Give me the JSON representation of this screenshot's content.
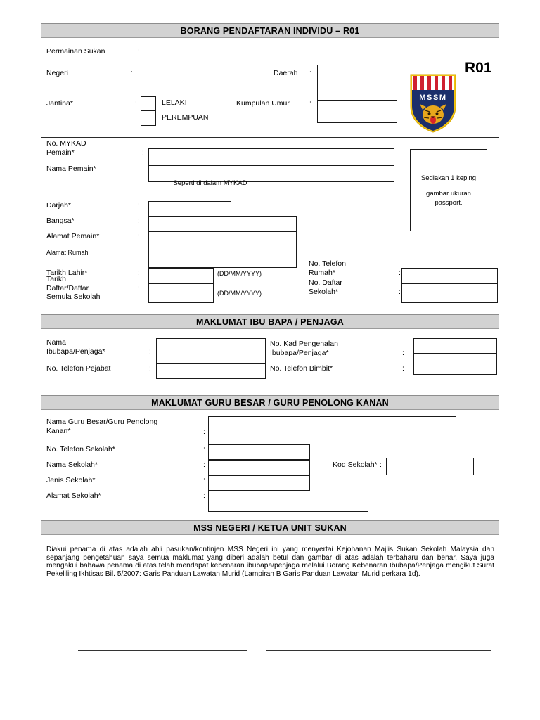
{
  "form": {
    "title": "BORANG PENDAFTARAN INDIVIDU – R01",
    "code": "R01",
    "logo_text": "MSSM"
  },
  "top_section": {
    "fields": [
      {
        "label": "Permainan Sukan",
        "colon": ":"
      },
      {
        "label": "Negeri",
        "colon": ":"
      },
      {
        "label": "Jantina*",
        "colon": ":"
      },
      {
        "label": "Daerah",
        "colon": ":"
      },
      {
        "label": "Kumpulan Umur",
        "colon": ":"
      }
    ],
    "gender_options": [
      "LELAKI",
      "PEREMPUAN"
    ]
  },
  "player_section": {
    "fields": [
      {
        "label": "No. MYKAD\nPemain*",
        "colon": ":"
      },
      {
        "label": "Nama Pemain*",
        "colon": ""
      },
      {
        "label": "Darjah*",
        "colon": ":"
      },
      {
        "label": "Bangsa*",
        "colon": ":"
      },
      {
        "label": "Alamat Pemain*",
        "colon": ":"
      },
      {
        "label": "Alamat Rumah",
        "colon": ""
      },
      {
        "label": "Tarikh Lahir*",
        "colon": ":"
      },
      {
        "label": "Tarikh\nDaftar/Daftar\nSemula Sekolah",
        "colon": ":"
      },
      {
        "label": "No. Telefon\nRumah*",
        "colon": ":"
      },
      {
        "label": "No. Daftar\nSekolah*",
        "colon": ":"
      }
    ],
    "mykad_note": "Seperti di dalam\nMYKAD",
    "date_hint": "(DD/MM/YYYY)",
    "photo_note_line1": "Sediakan 1 keping",
    "photo_note_line2": "gambar ukuran\npassport."
  },
  "parent_section": {
    "title": "MAKLUMAT IBU BAPA / PENJAGA",
    "fields": [
      {
        "label": "Nama\nIbubapa/Penjaga*",
        "colon": ":"
      },
      {
        "label": "No. Telefon Pejabat",
        "colon": ":"
      },
      {
        "label": "No. Kad Pengenalan\nIbubapa/Penjaga*",
        "colon": ":"
      },
      {
        "label": "No. Telefon Bimbit*",
        "colon": ":"
      }
    ]
  },
  "school_section": {
    "title": "MAKLUMAT GURU BESAR / GURU PENOLONG KANAN",
    "fields": [
      {
        "label": "Nama Guru Besar/Guru Penolong\nKanan*",
        "colon": ":"
      },
      {
        "label": "No. Telefon Sekolah*",
        "colon": ":"
      },
      {
        "label": "Nama Sekolah*",
        "colon": ":"
      },
      {
        "label": "Jenis Sekolah*",
        "colon": ":"
      },
      {
        "label": "Alamat Sekolah*",
        "colon": ":"
      },
      {
        "label": "Kod Sekolah*",
        "colon": ":"
      }
    ]
  },
  "declaration_section": {
    "title": "MSS NEGERI / KETUA UNIT SUKAN",
    "text": "Diakui penama di atas adalah ahli pasukan/kontinjen MSS Negeri ini yang menyertai Kejohanan Majlis Sukan Sekolah Malaysia dan sepanjang pengetahuan saya semua maklumat yang diberi adalah betul dan gambar di atas adalah terbaharu dan benar. Saya juga mengakui bahawa penama di atas telah mendapat kebenaran ibubapa/penjaga melalui Borang Kebenaran Ibubapa/Penjaga mengikut Surat Pekeliling Ikhtisas Bil. 5/2007: Garis Panduan Lawatan Murid (Lampiran B Garis Panduan Lawatan Murid perkara 1d)."
  },
  "colors": {
    "band_fill": "#d2d2d2",
    "band_border": "#9a9a9a",
    "box_border": "#1a1a1a",
    "logo_navy": "#1b2f6b",
    "logo_red": "#cf2030",
    "logo_gold": "#f2c411",
    "logo_tiger": "#e8a71c"
  }
}
